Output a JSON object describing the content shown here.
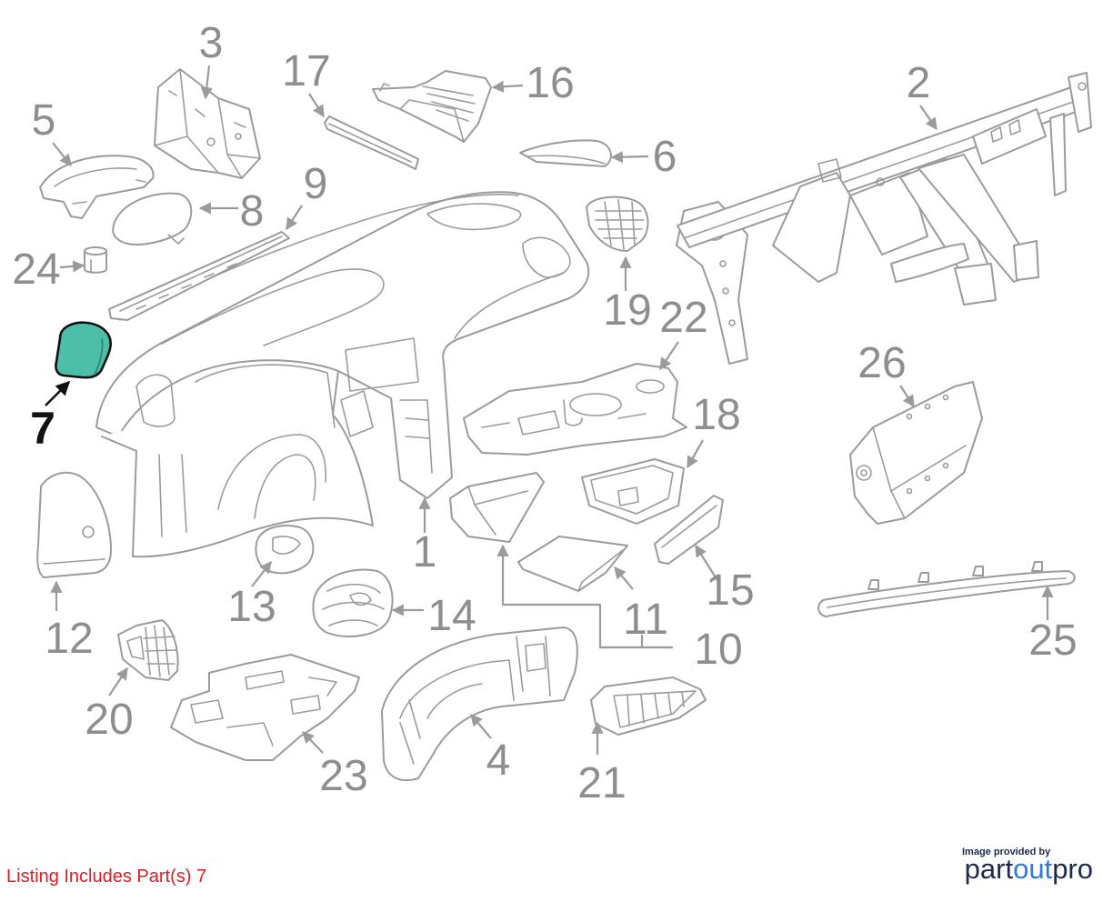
{
  "diagram": {
    "callouts": {
      "c1": "1",
      "c2": "2",
      "c3": "3",
      "c4": "4",
      "c5": "5",
      "c6": "6",
      "c7": "7",
      "c8": "8",
      "c9": "9",
      "c10": "10",
      "c11": "11",
      "c12": "12",
      "c13": "13",
      "c14": "14",
      "c15": "15",
      "c16": "16",
      "c17": "17",
      "c18": "18",
      "c19": "19",
      "c20": "20",
      "c21": "21",
      "c22": "22",
      "c23": "23",
      "c24": "24",
      "c25": "25",
      "c26": "26"
    }
  },
  "footer": {
    "listing_text": "Listing Includes Part(s) 7",
    "credit_text": "Image provided by",
    "logo": {
      "part": "part",
      "out": "out",
      "pro": "pro"
    }
  },
  "colors": {
    "line": "#9b9b9b",
    "label": "#8e8e8e",
    "highlight_fill": "#4dbfa8",
    "highlight_stroke": "#111111",
    "listing_text": "#e31b23",
    "logo_dark": "#1d2a4d",
    "logo_accent": "#2f78e0"
  }
}
